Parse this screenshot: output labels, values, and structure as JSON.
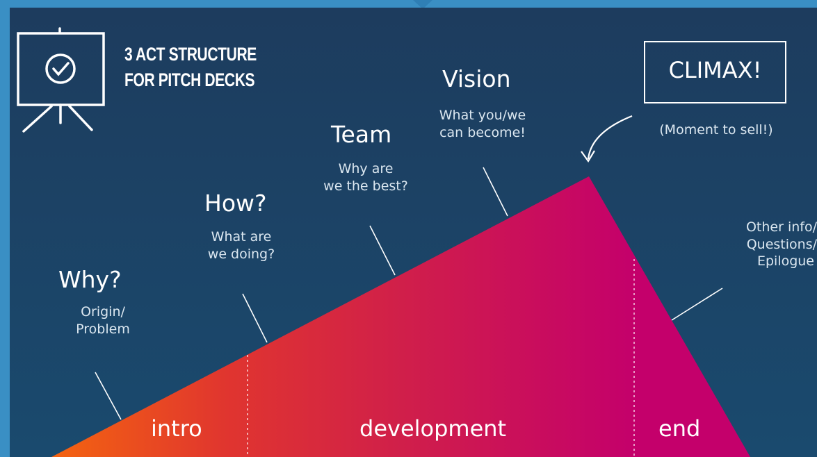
{
  "title": {
    "line1": "3 ACT STRUCTURE",
    "line2": "FOR PITCH DECKS"
  },
  "icon": "presentation-board-check-icon",
  "stages": [
    {
      "heading": "Why?",
      "sub1": "Origin/",
      "sub2": "Problem"
    },
    {
      "heading": "How?",
      "sub1": "What are",
      "sub2": "we doing?"
    },
    {
      "heading": "Team",
      "sub1": "Why are",
      "sub2": "we the best?"
    },
    {
      "heading": "Vision",
      "sub1": "What you/we",
      "sub2": "can become!"
    }
  ],
  "climax": {
    "label": "CLIMAX!",
    "note": "(Moment to sell!)"
  },
  "epilogue": {
    "line1": "Other info/",
    "line2": "Questions/",
    "line3": "Epilogue"
  },
  "phases": {
    "intro": "intro",
    "development": "development",
    "end": "end"
  },
  "colors": {
    "background_top": "#1d3c5e",
    "background_bottom": "#19486b",
    "gradient_start": "#f46410",
    "gradient_mid": "#d6273c",
    "gradient_end": "#c4006b",
    "frame": "#3a8fc4"
  }
}
